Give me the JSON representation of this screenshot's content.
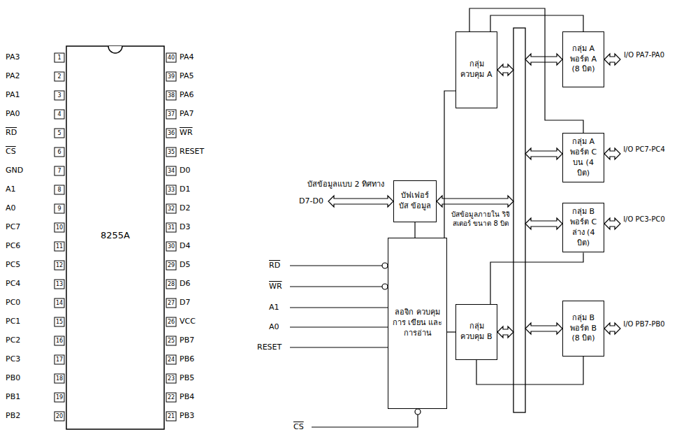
{
  "diagram": {
    "nodes": [
      {
        "text": [
          "กลุ่ม ควบคุม A"
        ]
      },
      {
        "text": [
          "กลุ่ม A พอร์ต A (8 บิต)"
        ]
      },
      {
        "text": [
          "กลุ่ม A พอร์ต C บน (4 บิต)"
        ]
      },
      {
        "text": [
          "บัฟเฟอร์ บัส ข้อมูล"
        ]
      },
      {
        "text": [
          "กลุ่ม B พอร์ต C ล่าง (4 บิต)"
        ]
      },
      {
        "text": [
          "ลอจิก ควบคุม การ เขียน และ การอ่าน"
        ]
      },
      {
        "text": [
          "กลุ่ม ควบคุม B"
        ]
      },
      {
        "text": [
          "กลุ่ม B พอร์ต B (8 บิต)"
        ]
      }
    ],
    "edges": [
      {
        "from": 5,
        "to": 3,
        "arrow": "none"
      },
      {
        "from": 5,
        "to": 0,
        "arrow": "none"
      },
      {
        "from": 5,
        "to": 6,
        "arrow": "none"
      },
      {
        "from": 0,
        "to": 1,
        "arrow": "none"
      },
      {
        "from": 0,
        "to": 2,
        "arrow": "none"
      },
      {
        "from": 6,
        "to": 4,
        "arrow": "none"
      },
      {
        "from": 6,
        "to": 7,
        "arrow": "none"
      }
    ],
    "labels": [
      "PA3",
      "PA2",
      "PA1",
      "PA0",
      "RD",
      "CS",
      "GND",
      "A1",
      "A0",
      "PC7",
      "PC6",
      "PC5",
      "PC4",
      "PC0",
      "PC1",
      "PC2",
      "PC3",
      "PB0",
      "PB1",
      "PB2",
      "PA4",
      "PA5",
      "PA6",
      "PA7",
      "WR",
      "RESET",
      "D0",
      "D1",
      "D2",
      "D3",
      "D4",
      "D5",
      "D6",
      "D7",
      "VCC",
      "PB7",
      "PB6",
      "PB5",
      "PB4",
      "PB3",
      "1",
      "2",
      "3",
      "4",
      "5",
      "6",
      "7",
      "8",
      "9",
      "10",
      "11",
      "12",
      "13",
      "14",
      "15",
      "16",
      "17",
      "18",
      "19",
      "20",
      "40",
      "39",
      "38",
      "37",
      "36",
      "35",
      "34",
      "33",
      "32",
      "31",
      "30",
      "29",
      "28",
      "27",
      "26",
      "25",
      "24",
      "23",
      "22",
      "21",
      "8255A",
      "บัสข้อมูลแบบ 2 ทิศทาง",
      "D7-D0",
      "บัสข้อมูลภายใน ริจิสเตอร์ ขนาด 8 บิต",
      "I/O PA7-PA0",
      "I/O PC7-PC4",
      "I/O PC3-PC0",
      "I/O PB7-PB0",
      "RD",
      "WR",
      "A1",
      "A0",
      "RESET",
      "CS"
    ]
  }
}
